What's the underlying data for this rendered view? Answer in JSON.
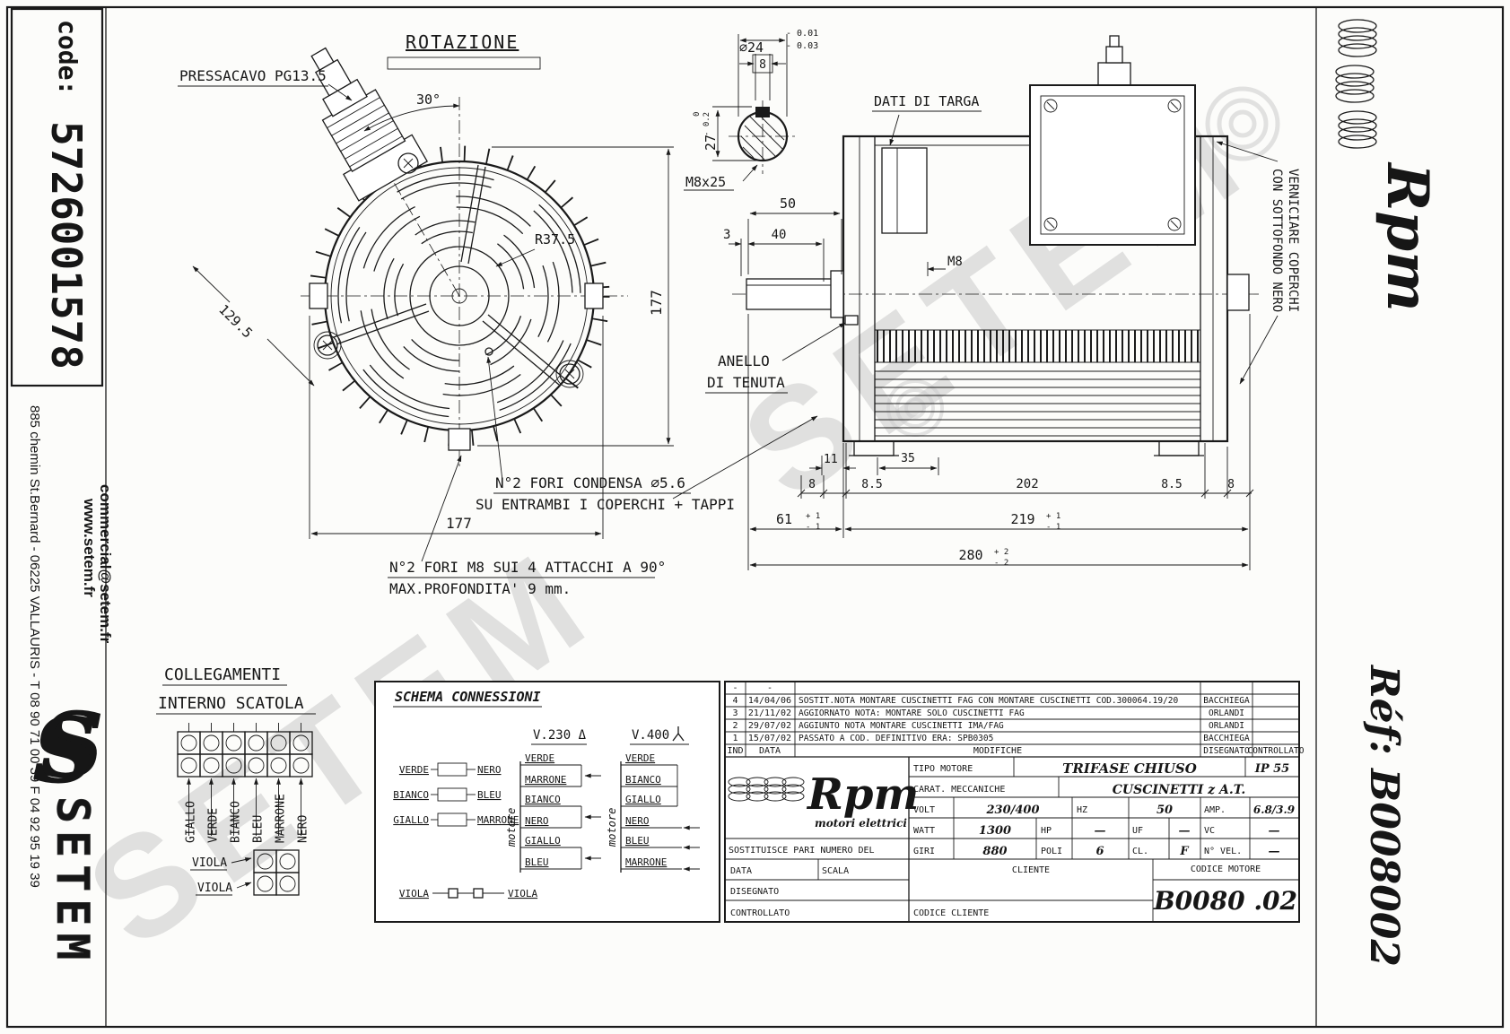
{
  "left": {
    "code_label": "code:",
    "code_value": "5726001578",
    "web": "www.setem.fr",
    "email": "commercial@setem.fr",
    "address": "885 chemin St.Bernard  -  06225 VALLAURIS  -  T 08 90 71 00 39   F 04 92 95 19 39",
    "brand": "SETEM",
    "brand_initial": "S"
  },
  "right": {
    "brand": "Rpm",
    "ref": "Réf:  B008002"
  },
  "wm": {
    "text": "SETEM"
  },
  "fv": {
    "rotazione": "ROTAZIONE",
    "pressacavo": "PRESSACAVO PG13.5",
    "angle": "30°",
    "radius": "R37.5",
    "dim_v": "177",
    "dim_diag": "129.5",
    "dim_h": "177",
    "cond1": "N°2 FORI CONDENSA ⌀5.6",
    "cond2": "SU ENTRAMBI I COPERCHI + TAPPI",
    "m81": "N°2 FORI M8 SUI 4 ATTACCHI A 90°",
    "m82": "MAX.PROFONDITA' 9 mm."
  },
  "sh": {
    "dia": "⌀24",
    "tol1": "- 0.01",
    "tol2": "- 0.03",
    "key": "8",
    "h": "27",
    "htol1": "0",
    "htol2": "- 0.2",
    "thread": "M8x25"
  },
  "sv": {
    "targa": "DATI DI TARGA",
    "m8": "M8",
    "an1": "ANELLO",
    "an2": "DI TENUTA",
    "vern1": "VERNICIARE COPERCHI",
    "vern2": "CON SOTTOFONDO NERO",
    "d50": "50",
    "d3": "3",
    "d40": "40",
    "d11": "11",
    "d35": "35",
    "d8a": "8",
    "d85a": "8.5",
    "d202": "202",
    "d85b": "8.5",
    "d8b": "8",
    "d61": "61",
    "d219": "219",
    "d280": "280",
    "p1": "+ 1",
    "m1": "- 1",
    "p2": "+ 2",
    "m2": "- 2"
  },
  "cl": {
    "t1": "COLLEGAMENTI",
    "t2": "INTERNO SCATOLA",
    "wires": [
      "GIALLO",
      "VERDE",
      "BIANCO",
      "BLEU",
      "MARRONE",
      "NERO"
    ],
    "viola": "VIOLA"
  },
  "sc": {
    "title": "SCHEMA CONNESSIONI",
    "v230": "V.230 Δ",
    "v400": "V.400",
    "motore": "motore",
    "rl": [
      "VERDE",
      "BIANCO",
      "GIALLO"
    ],
    "rr": [
      "NERO",
      "BLEU",
      "MARRONE"
    ],
    "w230": [
      "VERDE",
      "MARRONE",
      "BIANCO",
      "NERO",
      "GIALLO",
      "BLEU"
    ],
    "w400": [
      "VERDE",
      "BIANCO",
      "GIALLO",
      "NERO",
      "BLEU",
      "MARRONE"
    ],
    "viola": "VIOLA"
  },
  "rev": {
    "rows": [
      {
        "ind": "-",
        "date": "-",
        "desc": "",
        "by": ""
      },
      {
        "ind": "4",
        "date": "14/04/06",
        "desc": "SOSTIT.NOTA MONTARE CUSCINETTI FAG CON MONTARE CUSCINETTI COD.300064.19/20",
        "by": "BACCHIEGA"
      },
      {
        "ind": "3",
        "date": "21/11/02",
        "desc": "AGGIORNATO NOTA: MONTARE SOLO CUSCINETTI FAG",
        "by": "ORLANDI"
      },
      {
        "ind": "2",
        "date": "29/07/02",
        "desc": "AGGIUNTO NOTA MONTARE CUSCINETTI IMA/FAG",
        "by": "ORLANDI"
      },
      {
        "ind": "1",
        "date": "15/07/02",
        "desc": "PASSATO A COD. DEFINITIVO ERA: SPB0305",
        "by": "BACCHIEGA"
      }
    ],
    "h": {
      "ind": "IND",
      "data": "DATA",
      "mod": "MODIFICHE",
      "dis": "DISEGNATO",
      "con": "CONTROLLATO"
    }
  },
  "tb": {
    "brand": "Rpm",
    "sub": "motori elettrici",
    "tipo_l": "TIPO MOTORE",
    "tipo": "TRIFASE CHIUSO",
    "ip": "IP 55",
    "carat_l": "CARAT. MECCANICHE",
    "carat": "CUSCINETTI z A.T.",
    "volt_l": "VOLT",
    "volt": "230/400",
    "hz_l": "HZ",
    "hz": "50",
    "amp_l": "AMP.",
    "amp": "6.8/3.9",
    "watt_l": "WATT",
    "watt": "1300",
    "hp_l": "HP",
    "hp": "—",
    "uf_l": "UF",
    "uf": "—",
    "vc_l": "VC",
    "vc": "—",
    "giri_l": "GIRI",
    "giri": "880",
    "poli_l": "POLI",
    "poli": "6",
    "cl_l": "CL.",
    "cl": "F",
    "nvel_l": "N° VEL.",
    "nvel": "—",
    "sost": "SOSTITUISCE PARI NUMERO DEL",
    "data_l": "DATA",
    "scala_l": "SCALA",
    "dis_l": "DISEGNATO",
    "con_l": "CONTROLLATO",
    "cliente_l": "CLIENTE",
    "cm_l": "CODICE MOTORE",
    "cc_l": "CODICE CLIENTE",
    "code": "B0080 .02"
  }
}
